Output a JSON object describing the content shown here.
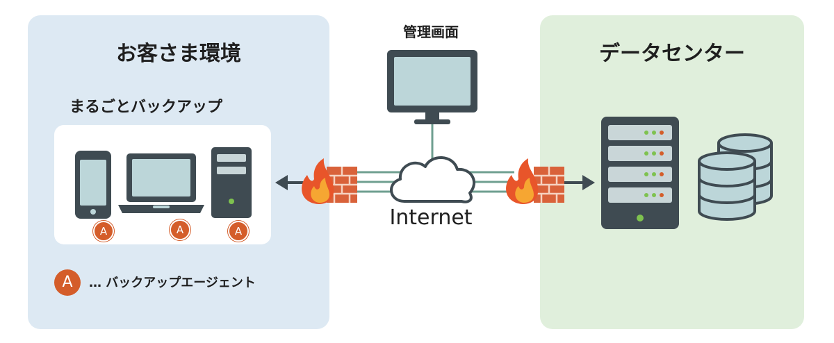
{
  "customer": {
    "title": "お客さま環境",
    "backup_title": "まるごとバックアップ",
    "agent_letter": "A",
    "legend": {
      "letter": "A",
      "text": "… バックアップエージェント"
    }
  },
  "center": {
    "management_title": "管理画面",
    "internet_label": "Internet"
  },
  "datacenter": {
    "title": "データセンター"
  },
  "colors": {
    "customer_bg": "#dde9f3",
    "datacenter_bg": "#e0efdc",
    "device_dark": "#3f4b52",
    "screen": "#bcd6d9",
    "agent": "#d45d2a",
    "firewall": "#d9623a",
    "flame": "#f28c28",
    "line": "#6f9f90"
  },
  "icons": [
    "smartphone-icon",
    "laptop-icon",
    "desktop-tower-icon",
    "monitor-icon",
    "cloud-icon",
    "firewall-icon",
    "flame-icon",
    "server-rack-icon",
    "database-icon",
    "arrow-left-icon",
    "arrow-right-icon"
  ]
}
